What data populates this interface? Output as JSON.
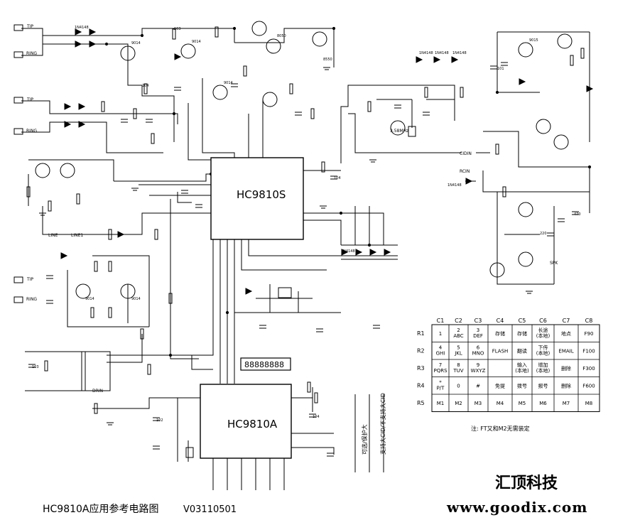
{
  "chips": {
    "main": "HC9810S",
    "secondary": "HC9810A"
  },
  "title": "HC9810A应用参考电路图",
  "version": "V03110501",
  "company": "汇顶科技",
  "website": "www.goodix.com",
  "keypad_note": "注: FT又和M2无需装定",
  "display": "88888888",
  "vertical_labels": [
    "可选/保护大",
    "支持大CID/不支持大CID"
  ],
  "keypad": {
    "columns": [
      "C1",
      "C2",
      "C3",
      "C4",
      "C5",
      "C6",
      "C7",
      "C8"
    ],
    "rows": [
      {
        "label": "R1",
        "cells": [
          "1",
          "2\nABC",
          "3\nDEF",
          "存储",
          "存储",
          "长途\n(本地)",
          "地点",
          "F90"
        ]
      },
      {
        "label": "R2",
        "cells": [
          "4\nGHI",
          "5\nJKL",
          "6\nMNO",
          "FLASH",
          "翻读",
          "下传\n(本地)",
          "EMAIL",
          "F100"
        ]
      },
      {
        "label": "R3",
        "cells": [
          "7\nPQRS",
          "8\nTUV",
          "9\nWXYZ",
          "",
          "输入\n(本地)",
          "增加\n(本地)",
          "删除",
          "F300"
        ]
      },
      {
        "label": "R4",
        "cells": [
          "*\nP/T",
          "0",
          "#",
          "免提",
          "拨号",
          "报号",
          "删除",
          "F600"
        ]
      },
      {
        "label": "R5",
        "cells": [
          "M1",
          "M2",
          "M3",
          "M4",
          "M5",
          "M6",
          "M7",
          "M8"
        ]
      }
    ]
  },
  "left_labels": [
    "TIP",
    "RING",
    "TIP",
    "RING",
    "TIP",
    "RING"
  ],
  "signal_labels": [
    "CIDIN",
    "RCIN",
    "LINE",
    "LINE1",
    "DRIN",
    "SPK"
  ],
  "component_labels": {
    "crystal": "3.58MHz",
    "diodes": [
      "1N4148",
      "1N4148",
      "1N4148",
      "1N4148",
      "1N4148",
      "1N4148"
    ],
    "transistors": [
      "9014",
      "9014",
      "9014",
      "9015",
      "8050",
      "8550"
    ],
    "caps": [
      "104",
      "103",
      "102",
      "470",
      "220",
      "101"
    ]
  }
}
